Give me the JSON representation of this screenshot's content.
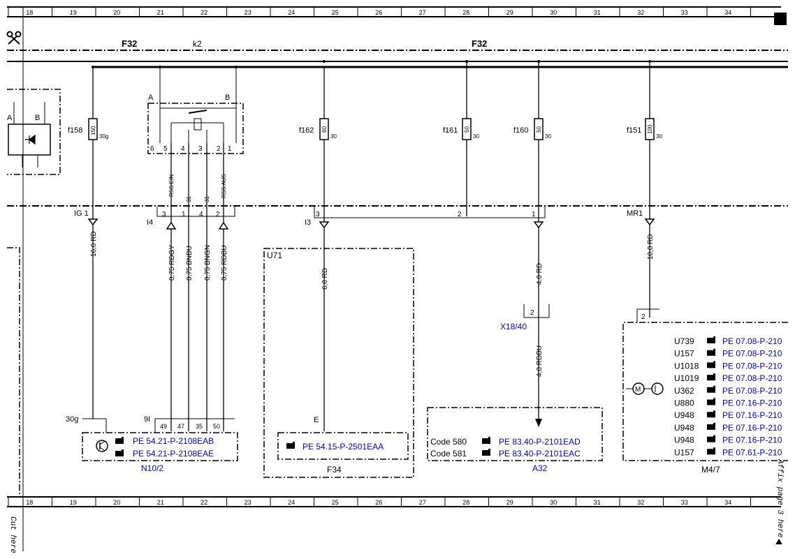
{
  "grid": {
    "columns": [
      "18",
      "19",
      "20",
      "21",
      "22",
      "23",
      "24",
      "25",
      "26",
      "27",
      "28",
      "29",
      "30",
      "31",
      "32",
      "33",
      "34"
    ]
  },
  "bus": {
    "left_label": "F32",
    "mid_label": "k2",
    "right_label": "F32"
  },
  "fuses": [
    {
      "id": "f158",
      "rating": "150",
      "term": "30g"
    },
    {
      "id": "f162",
      "rating": "60",
      "term": "30"
    },
    {
      "id": "f161",
      "rating": "50",
      "term": "30"
    },
    {
      "id": "f160",
      "rating": "50",
      "term": "30"
    },
    {
      "id": "f151",
      "rating": "100",
      "term": "30"
    }
  ],
  "relay": {
    "pin_a": "A",
    "pin_b": "B",
    "pins": [
      "6",
      "5",
      "4",
      "3",
      "2",
      "1"
    ],
    "sig_ein": "RSS EIN",
    "sig_31a": "31",
    "sig_31b": "31",
    "sig_aus": "RSS AUS"
  },
  "connectors": {
    "ig1": "IG 1",
    "i4": "I4",
    "i3": "I3",
    "mr1": "MR1",
    "i4_pins": [
      "3",
      "1",
      "4",
      "2"
    ],
    "i3_pins": [
      "3",
      "2",
      "1"
    ],
    "mr1_pin": ""
  },
  "wires": {
    "w1": "16,0 RD",
    "w2": "0,75 RDGY",
    "w3": "0,75 BNBU",
    "w4": "0,75 BNGN",
    "w5": "0,75 RDBU",
    "w6": "6,0 RD",
    "w7": "4,0 RD",
    "w8": "4,0 RDBU",
    "w9": "10,0 RD"
  },
  "n10": {
    "label": "N10/2",
    "term": "30g",
    "group": "9I",
    "pins": [
      "49",
      "47",
      "35",
      "50"
    ],
    "refs": [
      "PE 54.21-P-2108EAB",
      "PE 54.21-P-2108EAE"
    ]
  },
  "f34": {
    "label": "F34",
    "box": "U71",
    "term": "E",
    "ref": "PE 54.15-P-2501EAA"
  },
  "x18": {
    "label": "X18/40",
    "pin": "2"
  },
  "a32": {
    "label": "A32",
    "rows": [
      {
        "code": "Code 580",
        "ref": "PE 83.40-P-2101EAD"
      },
      {
        "code": "Code 581",
        "ref": "PE 83.40-P-2101EAC"
      }
    ]
  },
  "m47": {
    "label": "M4/7",
    "pin": "2",
    "rows": [
      {
        "code": "U739",
        "ref": "PE 07.08-P-210"
      },
      {
        "code": "U157",
        "ref": "PE 07.08-P-210"
      },
      {
        "code": "U1018",
        "ref": "PE 07.08-P-210"
      },
      {
        "code": "U1019",
        "ref": "PE 07.08-P-210"
      },
      {
        "code": "U362",
        "ref": "PE 07.08-P-210"
      },
      {
        "code": "U880",
        "ref": "PE 07.16-P-210"
      },
      {
        "code": "U948",
        "ref": "PE 07.16-P-210"
      },
      {
        "code": "U948",
        "ref": "PE 07.16-P-210"
      },
      {
        "code": "U948",
        "ref": "PE 07.16-P-210"
      },
      {
        "code": "U157",
        "ref": "PE 07.61-P-210"
      }
    ]
  },
  "left_relay": {
    "a": "A",
    "b": "B"
  },
  "margin": {
    "cut": "Cut here",
    "affix": "Affix page 3 here"
  }
}
